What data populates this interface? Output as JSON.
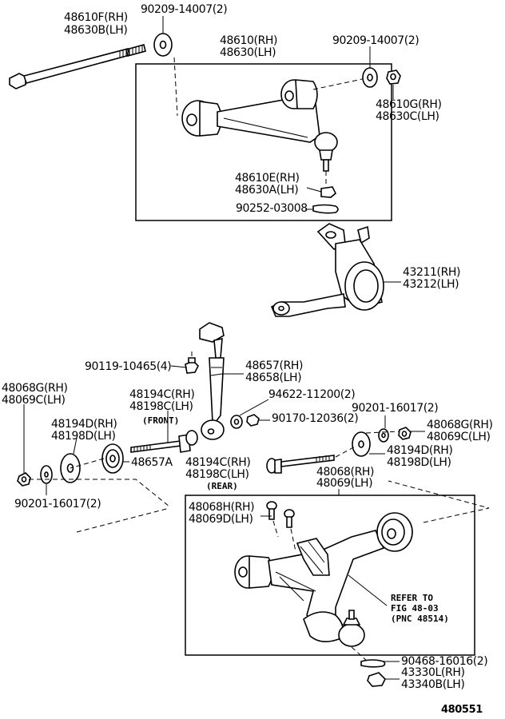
{
  "labels": {
    "tie_rod_rh": "48610F(RH)",
    "tie_rod_lh": "48630B(LH)",
    "washer_top_left": "90209-14007(2)",
    "upper_arm_rh": "48610(RH)",
    "upper_arm_lh": "48630(LH)",
    "washer_top_right": "90209-14007(2)",
    "bushing_upper_rh": "48610G(RH)",
    "bushing_upper_lh": "48630C(LH)",
    "balljoint_upper_rh": "48610E(RH)",
    "balljoint_upper_lh": "48630A(LH)",
    "cotter_pin_upper": "90252-03008",
    "knuckle_rh": "43211(RH)",
    "knuckle_lh": "43212(LH)",
    "bolt_strut": "90119-10465(4)",
    "strut_rh": "48657(RH)",
    "strut_lh": "48658(LH)",
    "bushing_front_rh": "48194C(RH)",
    "bushing_front_lh": "48198C(LH)",
    "front_label": "(FRONT)",
    "washer_strut": "94622-11200(2)",
    "nut_left_rh": "48068G(RH)",
    "nut_left_lh": "48069C(LH)",
    "bushing_left_rh": "48194D(RH)",
    "bushing_left_lh": "48198D(LH)",
    "nut_strut": "90170-12036(2)",
    "washer_right": "90201-16017(2)",
    "nut_right_rh": "48068G(RH)",
    "nut_right_lh": "48069C(LH)",
    "bushing_right_rh": "48194D(RH)",
    "bushing_right_lh": "48198D(LH)",
    "bushing_48657a": "48657A",
    "bushing_rear_rh": "48194C(RH)",
    "bushing_rear_lh": "48198C(LH)",
    "rear_label": "(REAR)",
    "washer_left": "90201-16017(2)",
    "lower_arm_rh": "48068(RH)",
    "lower_arm_lh": "48069(LH)",
    "lower_bushing_rh": "48068H(RH)",
    "lower_bushing_lh": "48069D(LH)",
    "refer_line1": "REFER TO",
    "refer_line2": "FIG  48-03",
    "refer_line3": "(PNC 48514)",
    "cotter_pin_lower": "90468-16016(2)",
    "balljoint_lower_rh": "43330L(RH)",
    "balljoint_lower_lh": "43340B(LH)",
    "figure_number": "480551"
  }
}
